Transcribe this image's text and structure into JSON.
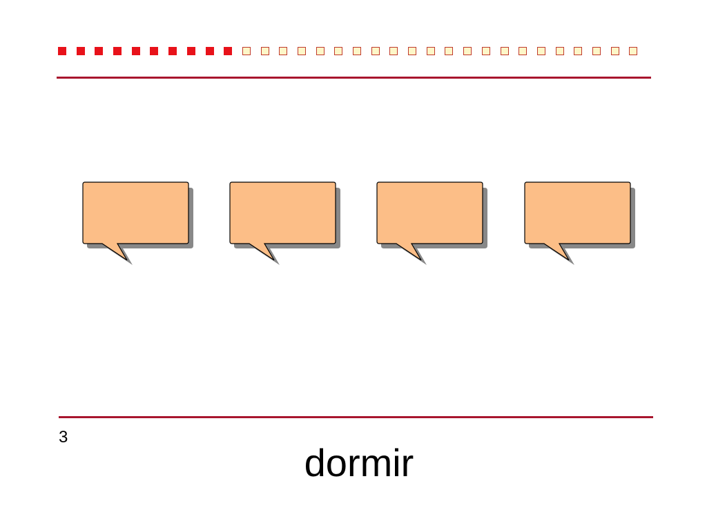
{
  "progress": {
    "total": 32,
    "completed": 10,
    "filled_color": "#e8121a",
    "empty_color": "#fdf7c8",
    "empty_border_color": "#c0392b"
  },
  "rule_color": "#a8152d",
  "bubbles": [
    {
      "text": ""
    },
    {
      "text": ""
    },
    {
      "text": ""
    },
    {
      "text": ""
    }
  ],
  "bubble_fill": "#fcbe87",
  "bubble_shadow": "#888888",
  "page_number": "3",
  "word": "dormir"
}
